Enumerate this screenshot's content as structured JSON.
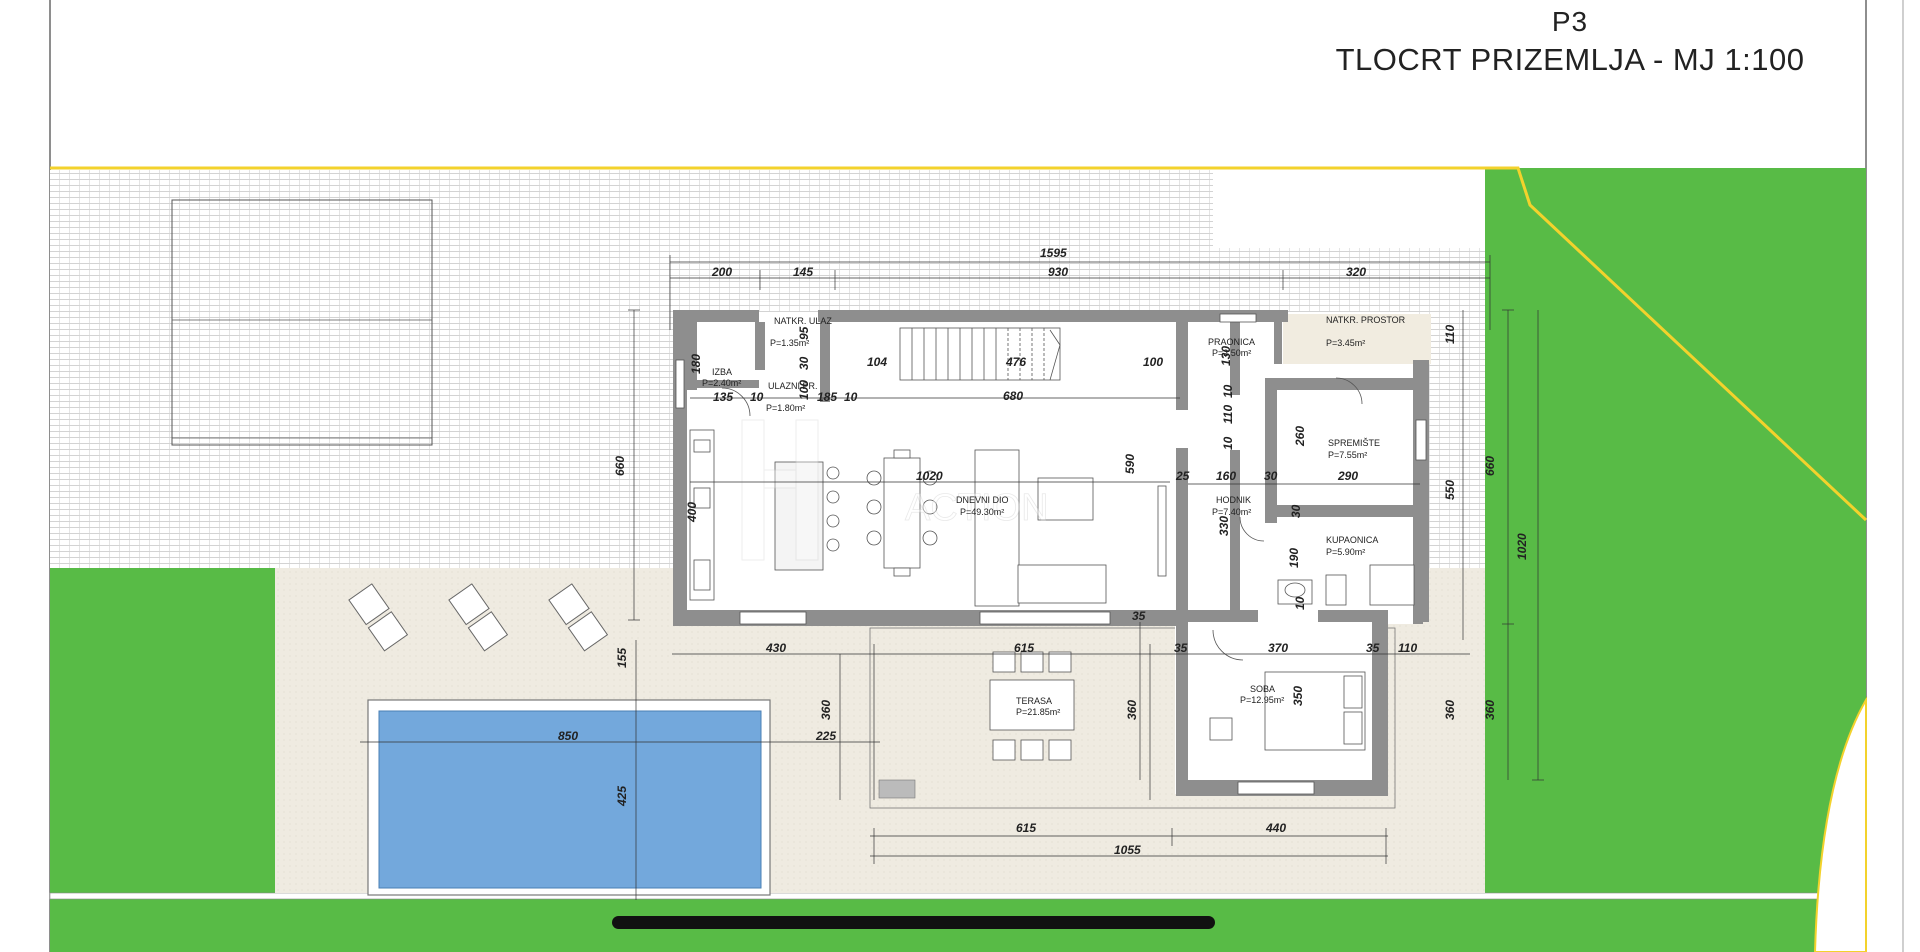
{
  "title": {
    "sheet": "P3",
    "main": "TLOCRT PRIZEMLJA - MJ 1:100"
  },
  "colors": {
    "grass": "#58bb46",
    "pool": "#73a8dc",
    "deck": "#eeeae0",
    "wall": "#8e8e8e",
    "property_line": "#f3d22c"
  },
  "rooms": [
    {
      "name": "NATKR. ULAZ",
      "area": "P=1.35m²"
    },
    {
      "name": "IZBA",
      "area": "P=2.40m²"
    },
    {
      "name": "ULAZNI PR.",
      "area": "P=1.80m²"
    },
    {
      "name": "PRAONICA",
      "area": "P=2.50m²"
    },
    {
      "name": "NATKR. PROSTOR",
      "area": "P=3.45m²"
    },
    {
      "name": "SPREMIŠTE",
      "area": "P=7.55m²"
    },
    {
      "name": "DNEVNI DIO",
      "area": "P=49.30m²"
    },
    {
      "name": "HODNIK",
      "area": "P=7.40m²"
    },
    {
      "name": "KUPAONICA",
      "area": "P=5.90m²"
    },
    {
      "name": "TERASA",
      "area": "P=21.85m²"
    },
    {
      "name": "SOBA",
      "area": "P=12.95m²"
    }
  ],
  "dimensions": {
    "top_total": "1595",
    "top_a": "200",
    "top_b": "145",
    "top_c": "930",
    "top_d": "320",
    "int_104": "104",
    "int_476": "476",
    "int_100": "100",
    "int_680": "680",
    "int_135": "135",
    "int_10a": "10",
    "int_185": "185",
    "int_10b": "10",
    "int_180": "180",
    "int_30a": "30",
    "int_95": "95",
    "int_100v": "100",
    "int_130": "130",
    "int_10c": "10",
    "int_110": "110",
    "int_10d": "10",
    "int_1020": "1020",
    "int_590": "590",
    "int_25": "25",
    "int_160": "160",
    "int_30b": "30",
    "int_290": "290",
    "int_260": "260",
    "int_330": "330",
    "int_30c": "30",
    "int_190": "190",
    "int_10e": "10",
    "int_400": "400",
    "int_35a": "35",
    "int_35b": "35",
    "int_370": "370",
    "int_35c": "35",
    "int_110b": "110",
    "int_350": "350",
    "left_660": "660",
    "right_660": "660",
    "right_1020": "1020",
    "right_110": "110",
    "right_550": "550",
    "right_360": "360",
    "right_360b": "360",
    "ter_430": "430",
    "ter_615": "615",
    "ter_360": "360",
    "ter_360b": "360",
    "pool_155": "155",
    "pool_850": "850",
    "pool_225": "225",
    "pool_425": "425",
    "bot_615": "615",
    "bot_440": "440",
    "bot_1055": "1055"
  },
  "watermark": "ACTION"
}
